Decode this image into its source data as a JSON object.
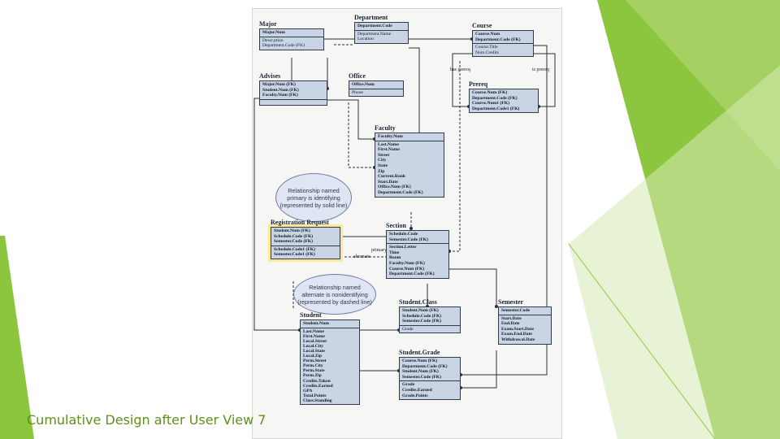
{
  "caption": "Cumulative Design after User View 7",
  "colors": {
    "accent_green": "#8cc63f",
    "accent_green_light": "#d6eab3",
    "entity_fill": "#c9d5e5",
    "highlight_yellow": "#ffe89a"
  },
  "entities": {
    "major": {
      "name": "Major",
      "keys": [
        "Major.Num"
      ],
      "attrs": [
        "Descr.ption",
        "Department.Code (FK)"
      ]
    },
    "department": {
      "name": "Department",
      "keys": [
        "Department.Code"
      ],
      "attrs": [
        "Department.Name",
        "Location"
      ]
    },
    "course": {
      "name": "Course",
      "keys": [
        "Course.Num",
        "Department.Code (FK)"
      ],
      "attrs": [
        "Course.Title",
        "Num.Credits"
      ]
    },
    "advises": {
      "name": "Advises",
      "keys": [
        "Major.Num (FK)",
        "Student.Num (FK)",
        "Faculty.Num (FK)"
      ],
      "attrs": []
    },
    "office": {
      "name": "Office",
      "keys": [
        "Office.Num"
      ],
      "attrs": [
        "Phone"
      ]
    },
    "prereq": {
      "name": "Prereq",
      "keys": [
        "Course.Num (FK)",
        "Department.Code (FK)",
        "Course.Num1 (FK)",
        "Department.Code1 (FK)"
      ],
      "attrs": []
    },
    "faculty": {
      "name": "Faculty",
      "keys": [
        "Faculty.Num"
      ],
      "attrs": [
        "Last.Name",
        "First.Name",
        "Street",
        "City",
        "State",
        "Zip",
        "Current.Rank",
        "Start.Date",
        "Office.Num (FK)",
        "Department.Code (FK)"
      ]
    },
    "registration_request": {
      "name": "Registration Request",
      "keys": [
        "Student.Num (FK)",
        "Schedule.Code (FK)",
        "Semester.Code (FK)"
      ],
      "attrs": [
        "Schedule.Code1 (FK)",
        "Semester.Code1 (FK)"
      ]
    },
    "section": {
      "name": "Section",
      "keys": [
        "Schedule.Code",
        "Semester.Code (FK)"
      ],
      "attrs": [
        "Section.Letter",
        "Time",
        "Room",
        "Faculty.Num (FK)",
        "Course.Num (FK)",
        "Department.Code (FK)"
      ]
    },
    "student": {
      "name": "Student",
      "keys": [
        "Student.Num"
      ],
      "attrs": [
        "Last.Name",
        "First.Name",
        "Local.Street",
        "Local.City",
        "Local.State",
        "Local.Zip",
        "Perm.Street",
        "Perm.City",
        "Perm.State",
        "Perm.Zip",
        "Credits.Taken",
        "Credits.Earned",
        "GPA",
        "Total.Points",
        "Class.Standing"
      ]
    },
    "student_class": {
      "name": "Student.Class",
      "keys": [
        "Student.Num (FK)",
        "Schedule.Code (FK)",
        "Semester.Code (FK)"
      ],
      "attrs": [
        "Grade"
      ]
    },
    "semester": {
      "name": "Semester",
      "keys": [
        "Semester.Code"
      ],
      "attrs": [
        "Start.Date",
        "End.Date",
        "Exam.Start.Date",
        "Exam.End.Date",
        "Withdrawal.Date"
      ]
    },
    "student_grade": {
      "name": "Student.Grade",
      "keys": [
        "Course.Num (FK)",
        "Department.Code (FK)",
        "Student.Num (FK)",
        "Semester.Code (FK)"
      ],
      "attrs": [
        "Grade",
        "Credits.Earned",
        "Grade.Points"
      ]
    }
  },
  "labels": {
    "has_prereq": "has prereq",
    "is_prereq": "is prereq",
    "primary": "primary",
    "alternate": "alternate"
  },
  "notes": {
    "identifying": "Relationship named primary is identifying (represented by solid line)",
    "nonidentifying": "Relationship named alternate is nonidentifying (represented by dashed line)"
  }
}
